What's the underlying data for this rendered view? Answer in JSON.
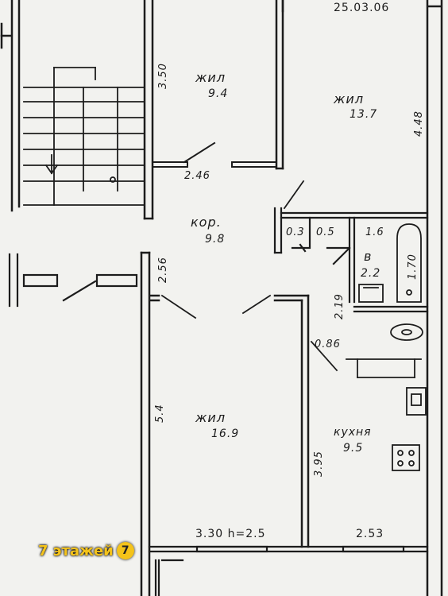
{
  "header": {
    "date": "25.03.06"
  },
  "rooms": {
    "living_small": {
      "name": "жил",
      "area": "9.4"
    },
    "living_big_top": {
      "name": "жил",
      "area": "13.7"
    },
    "corridor": {
      "name": "кор.",
      "area": "9.8"
    },
    "bath": {
      "name": "в",
      "area": "2.2"
    },
    "living_bottom": {
      "name": "жил",
      "area": "16.9"
    },
    "kitchen": {
      "name": "кухня",
      "area": "9.5"
    }
  },
  "dimensions": {
    "d_350": "3.50",
    "d_448": "4.48",
    "d_246": "2.46",
    "d_256": "2.56",
    "d_03": "0.3",
    "d_05": "0.5",
    "d_16": "1.6",
    "d_170": "1.70",
    "d_219": "2.19",
    "d_086": "0.86",
    "d_54": "5.4",
    "d_395": "3.95",
    "d_330": "3.30 h=2.5",
    "d_253": "2.53"
  },
  "badge": {
    "floors_text": "7 этажей",
    "floors_num": "7"
  },
  "colors": {
    "ink": "#1c1c1c",
    "paper": "#f2f2ef",
    "badge": "#f4c31a"
  }
}
